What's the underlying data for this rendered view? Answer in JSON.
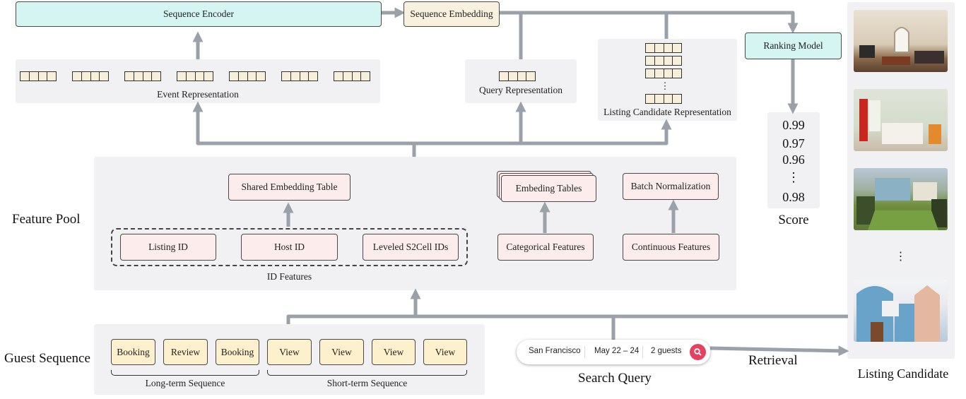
{
  "encoder": {
    "sequence_encoder": "Sequence Encoder",
    "sequence_embedding": "Sequence Embedding"
  },
  "ranking_model": "Ranking Model",
  "representations": {
    "event": "Event Representation",
    "query": "Query Representation",
    "listing": "Listing Candidate Representation",
    "vdots": "⋮"
  },
  "scores": {
    "values": [
      "0.99",
      "0.97",
      "0.96",
      "⋮",
      "0.98"
    ],
    "label": "Score"
  },
  "feature_pool": {
    "title": "Feature Pool",
    "shared_embedding_table": "Shared Embedding Table",
    "embedding_tables": "Embeding Tables",
    "batch_normalization": "Batch Normalization",
    "id_features": [
      "Listing ID",
      "Host ID",
      "Leveled S2Cell IDs"
    ],
    "id_features_label": "ID Features",
    "categorical_features": "Categorical Features",
    "continuous_features": "Continuous Features"
  },
  "guest_sequence": {
    "title": "Guest Sequence",
    "long_term": [
      "Booking",
      "Review",
      "Booking"
    ],
    "short_term": [
      "View",
      "View",
      "View",
      "View"
    ],
    "long_term_label": "Long-term Sequence",
    "short_term_label": "Short-term Sequence"
  },
  "search": {
    "title": "Search Query",
    "location": "San Francisco",
    "dates": "May 22 – 24",
    "guests": "2 guests",
    "icon": "search-icon"
  },
  "retrieval": "Retrieval",
  "listings": {
    "label": "Listing Candidate",
    "vdots": "⋮"
  },
  "colors": {
    "arrow": "#9aa1a9",
    "teal": "#d4f5f1",
    "pink": "#fcecec",
    "yellow": "#fdf0cc",
    "search_button": "#e5405f"
  }
}
